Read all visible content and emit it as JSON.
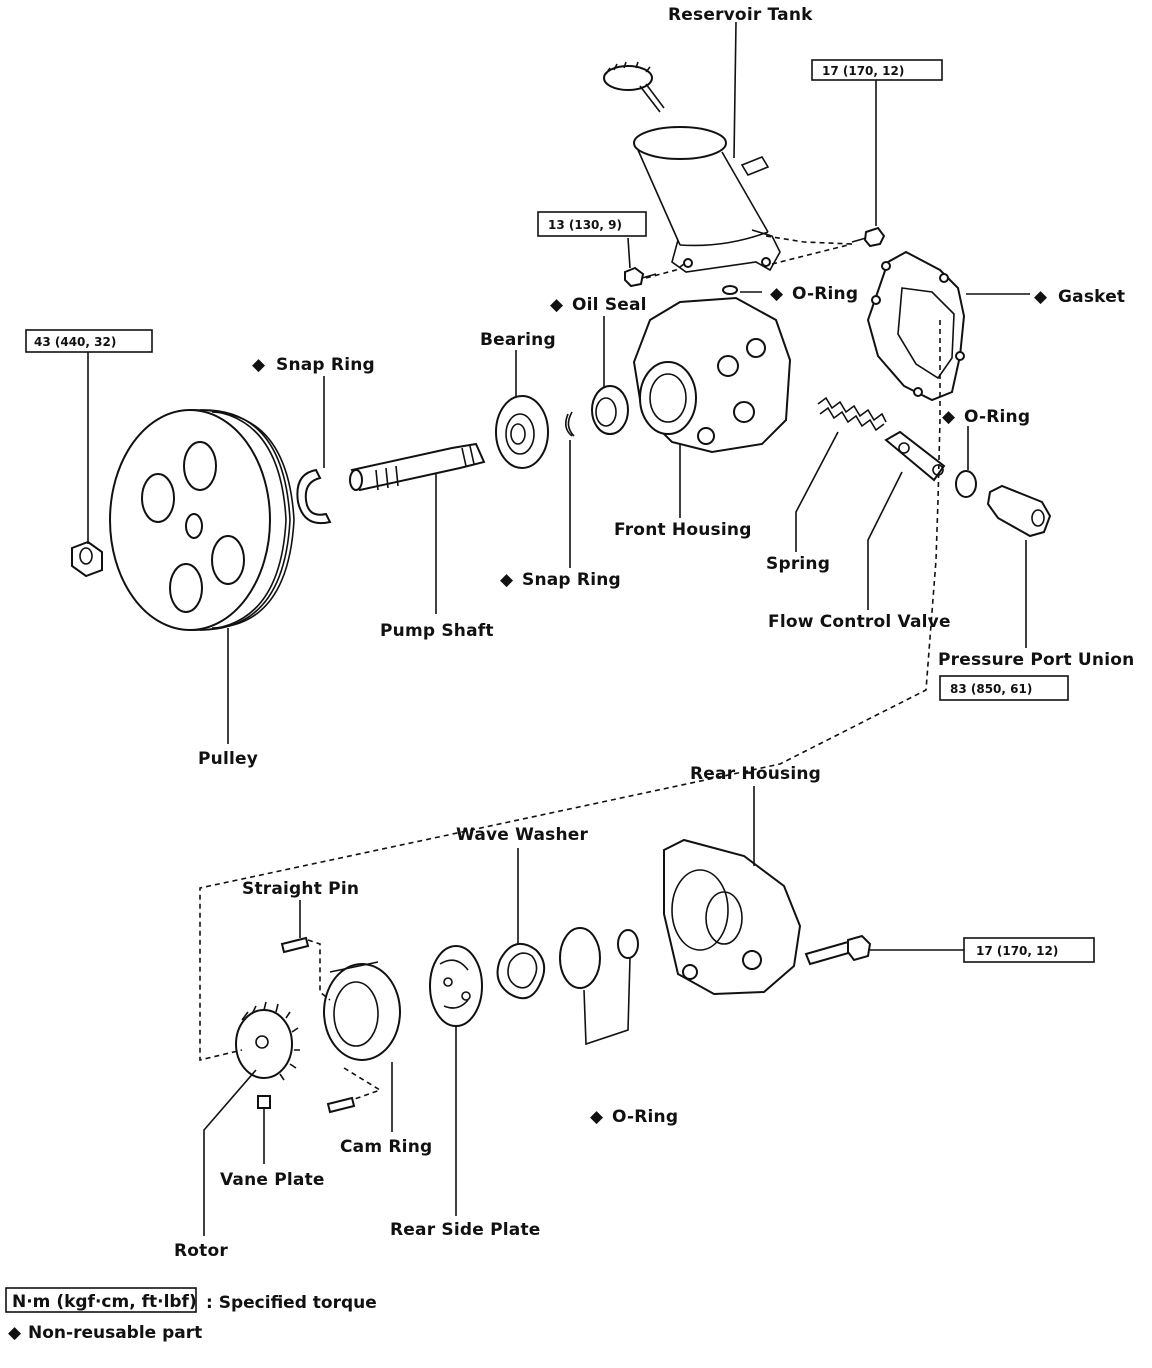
{
  "labels": {
    "reservoir_tank": "Reservoir Tank",
    "o_ring_top": "O-Ring",
    "gasket": "Gasket",
    "oil_seal": "Oil Seal",
    "bearing": "Bearing",
    "snap_ring_upper": "Snap Ring",
    "o_ring_right": "O-Ring",
    "front_housing": "Front Housing",
    "snap_ring_lower": "Snap Ring",
    "spring": "Spring",
    "pump_shaft": "Pump Shaft",
    "flow_control_valve": "Flow Control Valve",
    "pressure_port_union": "Pressure Port Union",
    "pulley": "Pulley",
    "rear_housing": "Rear Housing",
    "wave_washer": "Wave Washer",
    "straight_pin": "Straight Pin",
    "o_ring_bottom": "O-Ring",
    "cam_ring": "Cam Ring",
    "vane_plate": "Vane Plate",
    "rear_side_plate": "Rear Side Plate",
    "rotor": "Rotor"
  },
  "torque": {
    "reservoir_bolt": "17 (170, 12)",
    "bracket_bolt": "13 (130, 9)",
    "pulley_nut": "43 (440, 32)",
    "pressure_port": "83 (850, 61)",
    "rear_housing_bolt": "17 (170, 12)"
  },
  "legend": {
    "torque_box": "N·m (kgf·cm, ft·lbf)",
    "torque_desc": ": Specified torque",
    "nonreusable_symbol": "◆",
    "nonreusable_desc": "Non-reusable part"
  }
}
